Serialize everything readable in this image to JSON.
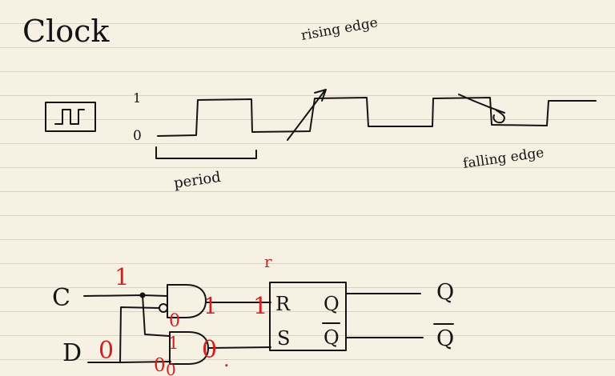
{
  "title": "Clock",
  "clock_diagram": {
    "level_high": "1",
    "level_low": "0",
    "rising_edge_label": "rising edge",
    "falling_edge_label": "falling edge",
    "period_label": "period"
  },
  "latch_diagram": {
    "input_c": "C",
    "input_d": "D",
    "latch_r": "R",
    "latch_s": "S",
    "output_q": "Q",
    "output_q_bar": "Q",
    "latch_q_inner": "Q",
    "latch_q_bar_inner": "Q"
  },
  "red_annotations": {
    "c_value": "1",
    "d_value": "0",
    "and_top_in_value": "0",
    "and_top_out_value": "1",
    "r_value": "1",
    "r_above_mark": "r",
    "and_bottom_in_value": "0",
    "and_bottom_out_value": "0",
    "d_branch_value": "0",
    "and_bottom_invert_value": "1",
    "dot": "."
  }
}
